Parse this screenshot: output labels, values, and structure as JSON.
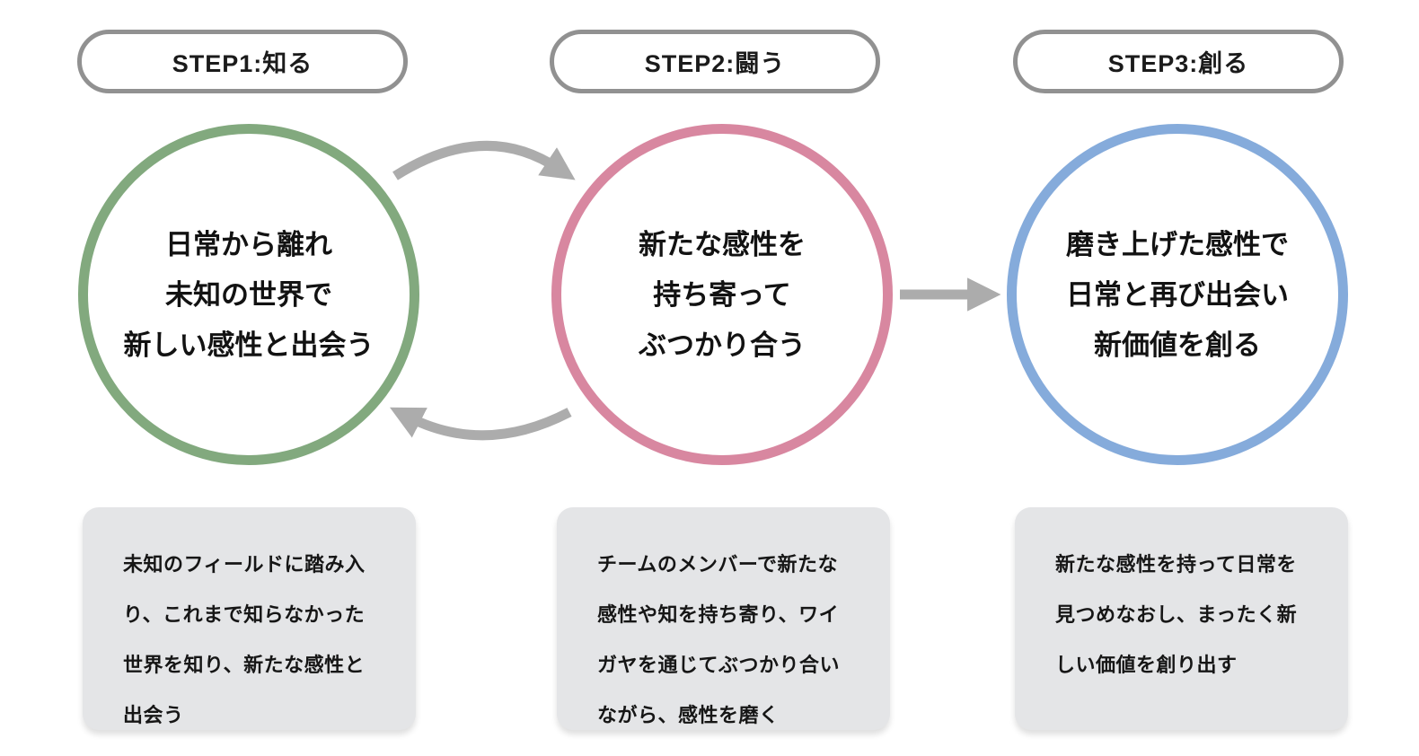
{
  "diagram": {
    "title": "three-step-process",
    "arrow_color": "#acacac",
    "header_border_color": "#919191",
    "box_background": "#e4e5e7",
    "steps": [
      {
        "header": "STEP1:知る",
        "circle_color": "#82a97e",
        "circle_lines": [
          "日常から離れ",
          "未知の世界で",
          "新しい感性と出会う"
        ],
        "description": "未知のフィールドに踏み入り、これまで知らなかった世界を知り、新たな感性と出会う"
      },
      {
        "header": "STEP2:闘う",
        "circle_color": "#d887a0",
        "circle_lines": [
          "新たな感性を",
          "持ち寄って",
          "ぶつかり合う"
        ],
        "description": "チームのメンバーで新たな感性や知を持ち寄り、ワイガヤを通じてぶつかり合いながら、感性を磨く"
      },
      {
        "header": "STEP3:創る",
        "circle_color": "#85abdb",
        "circle_lines": [
          "磨き上げた感性で",
          "日常と再び出会い",
          "新価値を創る"
        ],
        "description": "新たな感性を持って日常を見つめなおし、まったく新しい価値を創り出す"
      }
    ]
  }
}
